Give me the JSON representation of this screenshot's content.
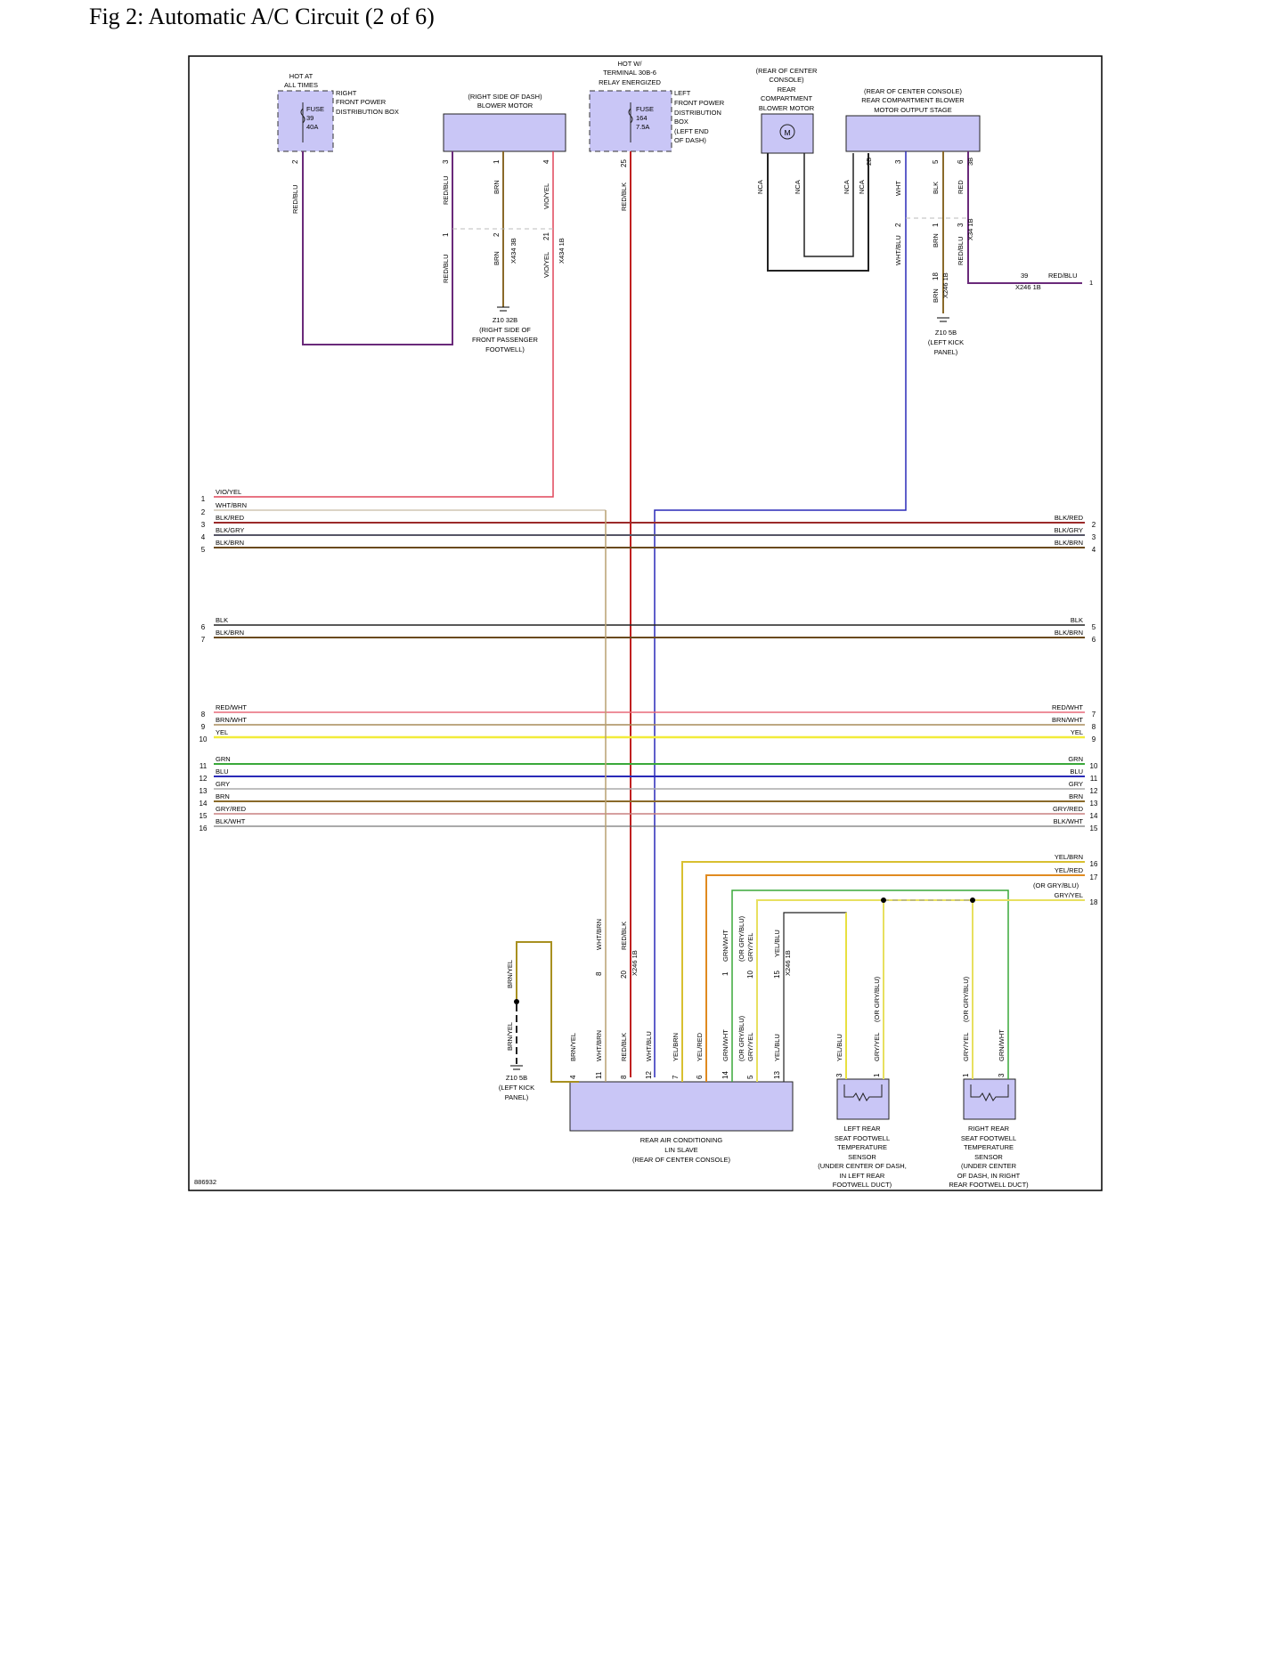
{
  "title": "Fig 2: Automatic A/C Circuit (2 of 6)",
  "diagram_id": "886932",
  "components": {
    "fuse39": {
      "header": [
        "HOT AT",
        "ALL TIMES"
      ],
      "fuse": [
        "FUSE",
        "39",
        "40A"
      ],
      "desc": [
        "RIGHT",
        "FRONT POWER",
        "DISTRIBUTION BOX"
      ]
    },
    "blower": {
      "desc": [
        "(RIGHT SIDE OF DASH)",
        "BLOWER MOTOR"
      ]
    },
    "fuse164": {
      "header": [
        "HOT W/",
        "TERMINAL 30B-6",
        "RELAY ENERGIZED"
      ],
      "fuse": [
        "FUSE",
        "164",
        "7.5A"
      ],
      "desc": [
        "LEFT",
        "FRONT POWER",
        "DISTRIBUTION",
        "BOX",
        "(LEFT END",
        "OF DASH)"
      ]
    },
    "rear_blower": {
      "desc": [
        "(REAR OF CENTER",
        "CONSOLE)",
        "REAR",
        "COMPARTMENT",
        "BLOWER MOTOR"
      ],
      "symbol": "M"
    },
    "output_stage": {
      "desc": [
        "(REAR OF CENTER CONSOLE)",
        "REAR COMPARTMENT BLOWER",
        "MOTOR OUTPUT STAGE"
      ]
    },
    "ground_z10_32b": [
      "Z10 32B",
      "(RIGHT SIDE OF",
      "FRONT PASSENGER",
      "FOOTWELL)"
    ],
    "ground_z10_5b_top": [
      "Z10 5B",
      "(LEFT KICK",
      "PANEL)"
    ],
    "ground_z10_5b_bottom": [
      "Z10 5B",
      "(LEFT KICK",
      "PANEL)"
    ],
    "lin_slave": {
      "desc": [
        "REAR AIR CONDITIONING",
        "LIN SLAVE",
        "(REAR OF CENTER CONSOLE)"
      ]
    },
    "left_sensor": {
      "desc": [
        "LEFT REAR",
        "SEAT FOOTWELL",
        "TEMPERATURE",
        "SENSOR",
        "(UNDER CENTER OF DASH,",
        "IN LEFT REAR",
        "FOOTWELL DUCT)"
      ]
    },
    "right_sensor": {
      "desc": [
        "RIGHT REAR",
        "SEAT FOOTWELL",
        "TEMPERATURE",
        "SENSOR",
        "(UNDER CENTER",
        "OF DASH, IN RIGHT",
        "REAR FOOTWELL DUCT)"
      ]
    }
  },
  "connectors": {
    "x434_3b": "X434 3B",
    "x434_1b": "X434 1B",
    "x246_1b": "X246 1B",
    "x34_1b": "X34 1B",
    "x246_1b_top": "X246 1B",
    "x246_1b_bot1": "X246 1B",
    "x246_1b_bot2": "X246 1B",
    "x246_2b": "2B",
    "x246_3b": "3B"
  },
  "wire_labels_top": {
    "redblu_a": "RED/BLU",
    "redblu_b": "RED/BLU",
    "brn_a": "BRN",
    "vioyel_a": "VIO/YEL",
    "redblk_a": "RED/BLK",
    "redblu_c": "RED/BLU",
    "brn_b": "BRN",
    "vioyel_b": "VIO/YEL",
    "nca1": "NCA",
    "nca2": "NCA",
    "nca3": "NCA",
    "nca4": "NCA",
    "wht": "WHT",
    "blk": "BLK",
    "red": "RED",
    "whtblu": "WHT/BLU",
    "brn_c": "BRN",
    "redblu_d": "RED/BLU",
    "brn_d": "BRN",
    "pin39": "39",
    "redblu_right": "RED/BLU",
    "one_right": "1"
  },
  "pins_top": {
    "p2": "2",
    "p3": "3",
    "p1": "1",
    "p4": "4",
    "p25": "25",
    "pc1": "1",
    "pc2": "2",
    "pc21": "21",
    "po3": "3",
    "po5": "5",
    "po6": "6",
    "po2": "2",
    "po1": "1",
    "po3b": "3",
    "po18": "18"
  },
  "bus_left": [
    {
      "num": "1",
      "label": "VIO/YEL"
    },
    {
      "num": "2",
      "label": "WHT/BRN"
    },
    {
      "num": "3",
      "label": "BLK/RED"
    },
    {
      "num": "4",
      "label": "BLK/GRY"
    },
    {
      "num": "5",
      "label": "BLK/BRN"
    },
    {
      "num": "6",
      "label": "BLK"
    },
    {
      "num": "7",
      "label": "BLK/BRN"
    },
    {
      "num": "8",
      "label": "RED/WHT"
    },
    {
      "num": "9",
      "label": "BRN/WHT"
    },
    {
      "num": "10",
      "label": "YEL"
    },
    {
      "num": "11",
      "label": "GRN"
    },
    {
      "num": "12",
      "label": "BLU"
    },
    {
      "num": "13",
      "label": "GRY"
    },
    {
      "num": "14",
      "label": "BRN"
    },
    {
      "num": "15",
      "label": "GRY/RED"
    },
    {
      "num": "16",
      "label": "BLK/WHT"
    }
  ],
  "bus_right": [
    {
      "num": "2",
      "label": "BLK/RED"
    },
    {
      "num": "3",
      "label": "BLK/GRY"
    },
    {
      "num": "4",
      "label": "BLK/BRN"
    },
    {
      "num": "5",
      "label": "BLK"
    },
    {
      "num": "6",
      "label": "BLK/BRN"
    },
    {
      "num": "7",
      "label": "RED/WHT"
    },
    {
      "num": "8",
      "label": "BRN/WHT"
    },
    {
      "num": "9",
      "label": "YEL"
    },
    {
      "num": "10",
      "label": "GRN"
    },
    {
      "num": "11",
      "label": "BLU"
    },
    {
      "num": "12",
      "label": "GRY"
    },
    {
      "num": "13",
      "label": "BRN"
    },
    {
      "num": "14",
      "label": "GRY/RED"
    },
    {
      "num": "15",
      "label": "BLK/WHT"
    },
    {
      "num": "16",
      "label": "YEL/BRN"
    },
    {
      "num": "17",
      "label": "YEL/RED"
    },
    {
      "num": "18",
      "label": "GRY/YEL"
    }
  ],
  "bus_right_alt": "(OR GRY/BLU)",
  "wire_colors": {
    "vioyel": "#e0475a",
    "whtbrn": "#b8a98c",
    "blkred": "#9b2a2a",
    "blkgry": "#555566",
    "blkbrn": "#6a4a1e",
    "blk": "#222222",
    "redwht": "#e86a7a",
    "brnwht": "#a88c5a",
    "yel": "#f2ec3a",
    "grn": "#3aa83a",
    "blu": "#2a2ab8",
    "gry": "#aaaaaa",
    "brn": "#8a6a2a",
    "gryred": "#c88080",
    "blkwht": "#555555",
    "redblu": "#6a2a7a",
    "red": "#d02020",
    "yelbrn": "#d8c030",
    "yelred": "#e08a20",
    "gryyel": "#d8d870"
  },
  "wire_labels_bottom": {
    "brnyel_a": "BRN/YEL",
    "brnyel_b": "BRN/YEL",
    "whtbrn_a": "WHT/BRN",
    "redblk_a": "RED/BLK",
    "grnwht_a": "GRN/WHT",
    "gryyel_alt": "(OR GRY/BLU)",
    "gryyel_a": "GRY/YEL",
    "yelblu_a": "YEL/BLU",
    "brnyel_c": "BRN/YEL",
    "whtbrn_b": "WHT/BRN",
    "redblk_b": "RED/BLK",
    "whtblu_b": "WHT/BLU",
    "yelbrn_b": "YEL/BRN",
    "yelred_b": "YEL/RED",
    "grnwht_b": "GRN/WHT",
    "gryblu_alt_b": "(OR GRY/BLU)",
    "gryyel_b": "GRY/YEL",
    "yelblu_b": "YEL/BLU",
    "yelblu_c": "YEL/BLU",
    "gryyel_c": "GRY/YEL",
    "gryblu_alt_c": "(OR GRY/BLU)",
    "gryyel_d": "GRY/YEL",
    "gryblu_alt_d": "(OR GRY/BLU)",
    "grnwht_c": "GRN/WHT"
  },
  "pins_bottom": {
    "c8": "8",
    "c20": "20",
    "c1": "1",
    "c10": "10",
    "c15": "15",
    "l4": "4",
    "l11": "11",
    "l8": "8",
    "l12": "12",
    "l7": "7",
    "l6": "6",
    "l14": "14",
    "l5": "5",
    "l13": "13",
    "s3": "3",
    "s1": "1",
    "s1b": "1",
    "s3b": "3"
  }
}
